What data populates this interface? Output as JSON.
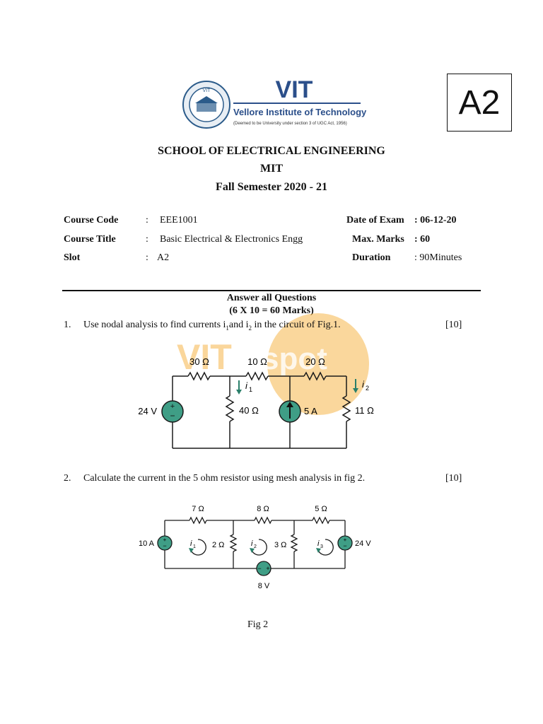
{
  "logo": {
    "brand": "VIT",
    "name": "Vellore Institute of Technology",
    "tagline": "(Deemed to be University under section 3 of UGC Act, 1956)",
    "seal_text": "VIT"
  },
  "set_code": "A2",
  "header": {
    "school": "SCHOOL OF ELECTRICAL ENGINEERING",
    "campus": "MIT",
    "semester": "Fall Semester 2020 - 21"
  },
  "meta": {
    "course_code_label": "Course Code",
    "course_code": "EEE1001",
    "course_title_label": "Course Title",
    "course_title": "Basic Electrical & Electronics Engg",
    "slot_label": "Slot",
    "slot": "A2",
    "date_label": "Date of Exam",
    "date": ": 06-12-20",
    "marks_label": "Max. Marks",
    "max_marks": ": 60",
    "duration_label": "Duration",
    "duration": ": 90Minutes",
    "colon": ":"
  },
  "instructions": {
    "line1": "Answer all Questions",
    "line2": "(6 X 10 = 60 Marks)"
  },
  "watermark": {
    "text_left": "VIT",
    "text_right": "spot",
    "color": "#f5a623"
  },
  "questions": [
    {
      "number": "1.",
      "text_before": "Use nodal analysis to find currents i",
      "sub1": "1",
      "text_mid": "and i",
      "sub2": "2",
      "text_after": " in the circuit of Fig.1.",
      "marks": "[10]",
      "figure": {
        "r1": "30 Ω",
        "r2": "10 Ω",
        "r3": "20 Ω",
        "r4": "40 Ω",
        "r5": "11 Ω",
        "vsource": "24 V",
        "isource": "5 A",
        "i1": "i",
        "i1_sub": "1",
        "i2": "i",
        "i2_sub": "2"
      }
    },
    {
      "number": "2.",
      "text": "Calculate the current in the 5 ohm resistor using mesh analysis  in fig 2.",
      "marks": "[10]",
      "figure": {
        "r1": "7 Ω",
        "r2": "8 Ω",
        "r3": "5 Ω",
        "r4": "2 Ω",
        "r5": "3  Ω",
        "left_source": "10 A",
        "right_source": "24 V",
        "bottom_source": "8 V",
        "mesh1": "i",
        "mesh1_sub": "1",
        "mesh2": "i",
        "mesh2_sub": "2",
        "mesh3": "i",
        "mesh3_sub": "3",
        "caption": "Fig 2"
      }
    }
  ],
  "colors": {
    "source_fill": "#3f9e86",
    "wire": "#1a1a1a",
    "arrow": "#2a7f6a"
  }
}
